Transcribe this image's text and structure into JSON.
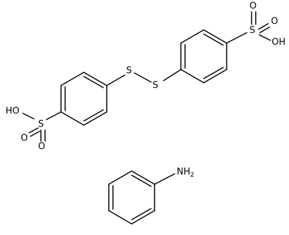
{
  "molecules": [
    {
      "atoms": {
        "s1": "S",
        "s2": "S",
        "s_upper": "S",
        "o_upper_top": "O",
        "o_upper_right": "O",
        "oh_upper": "OH",
        "s_lower": "S",
        "o_lower_a": "O",
        "o_lower_b": "O",
        "oh_lower": "HO"
      }
    },
    {
      "atoms": {
        "n": "NH",
        "n_sub": "2"
      }
    }
  ]
}
